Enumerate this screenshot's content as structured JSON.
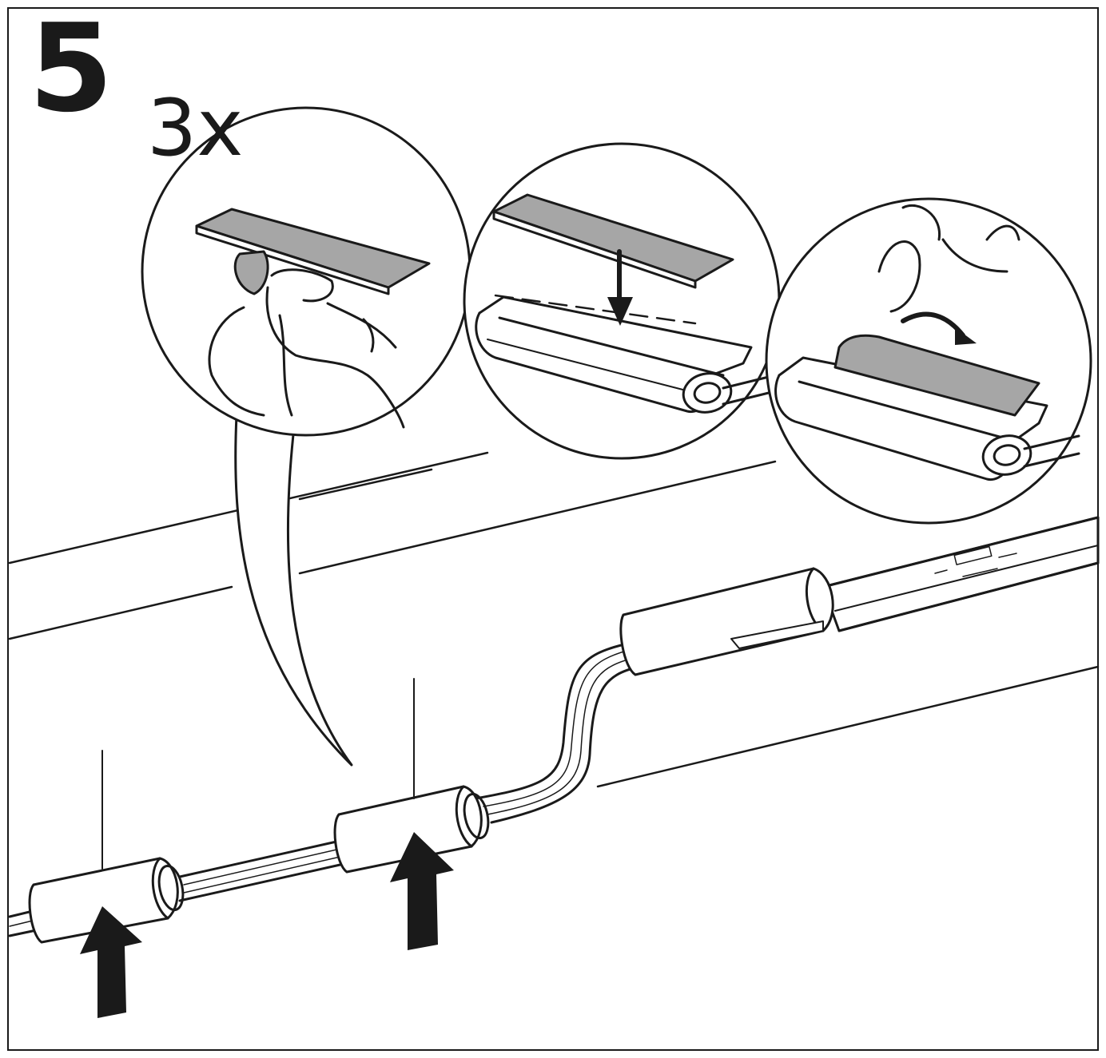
{
  "step": {
    "number": "5",
    "quantity": "3x"
  },
  "colors": {
    "line": "#1a1a1a",
    "paper": "#ffffff",
    "adhesive_strip": "#a6a6a6",
    "arrow": "#1a1a1a"
  },
  "panels": [
    {
      "name": "peel-backing",
      "icon": "hand-peeling-strip-icon"
    },
    {
      "name": "apply-strip",
      "icon": "down-arrow-icon"
    },
    {
      "name": "press-strip",
      "icon": "curved-arrow-icon"
    }
  ],
  "main_view": {
    "clips_count": 3,
    "push_arrows": 2,
    "icon": "up-arrow-icon"
  }
}
